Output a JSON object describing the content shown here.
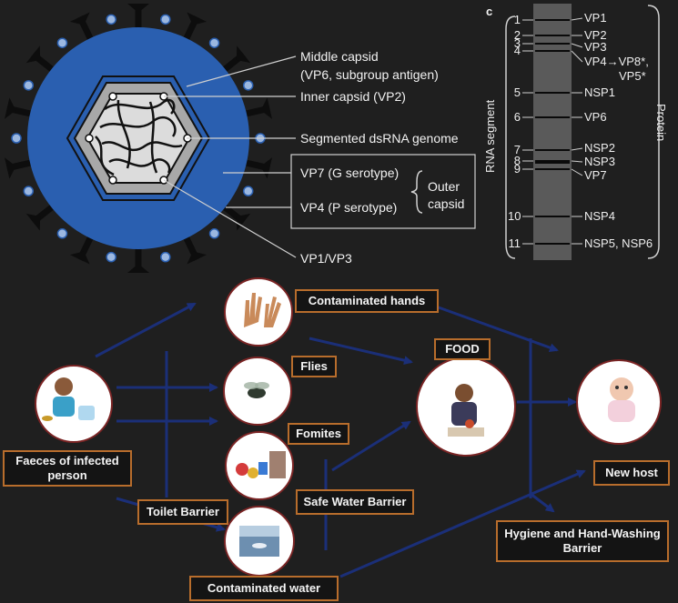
{
  "virion": {
    "labels": {
      "middle_capsid_1": "Middle capsid",
      "middle_capsid_2": "(VP6, subgroup antigen)",
      "inner_capsid": "Inner capsid (VP2)",
      "genome": "Segmented dsRNA genome",
      "vp7": "VP7 (G serotype)",
      "vp4": "VP4 (P serotype)",
      "outer_1": "Outer",
      "outer_2": "capsid",
      "vp1vp3": "VP1/VP3"
    },
    "colors": {
      "outer_ring": "#2a5fb0",
      "spike": "#0d0d0d",
      "capsid": "#a8a8a8"
    }
  },
  "gel": {
    "panel_letter": "c",
    "left_axis": "RNA segment",
    "right_axis": "Protein",
    "segments": [
      "1",
      "2",
      "3",
      "4",
      "5",
      "6",
      "7",
      "8",
      "9",
      "10",
      "11"
    ],
    "proteins": [
      "VP1",
      "VP2",
      "VP3",
      "VP4→VP8*,",
      "VP5*",
      "NSP1",
      "VP6",
      "NSP2",
      "NSP3",
      "VP7",
      "NSP4",
      "NSP5, NSP6"
    ]
  },
  "transmission": {
    "source": "Faeces of infected person",
    "hands": "Contaminated hands",
    "flies": "Flies",
    "fomites": "Fomites",
    "water": "Contaminated water",
    "food": "FOOD",
    "host": "New host",
    "toilet": "Toilet Barrier",
    "safe_water": "Safe Water Barrier",
    "hygiene_1": "Hygiene and Hand-Washing",
    "hygiene_2": "Barrier",
    "colors": {
      "arrow": "#1b2f78",
      "circle": "#7a2424",
      "box_border": "#b86d2c"
    }
  }
}
